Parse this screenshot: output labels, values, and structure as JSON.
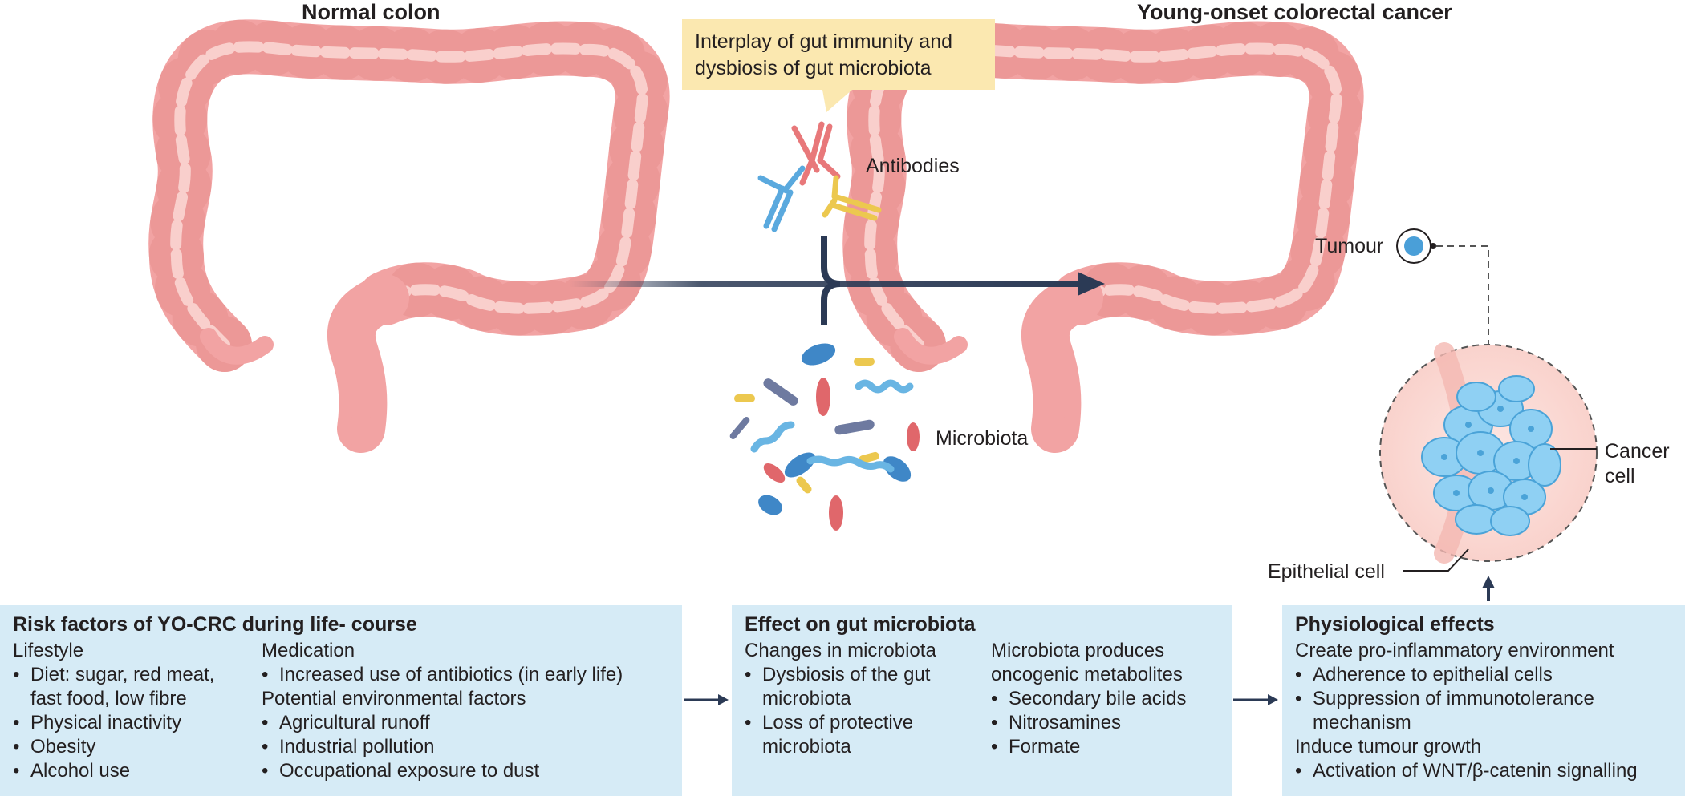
{
  "headings": {
    "normal": "Normal colon",
    "cancer": "Young-onset colorectal cancer"
  },
  "callout": {
    "line1": "Interplay of gut immunity and",
    "line2": "dysbiosis of gut microbiota"
  },
  "labels": {
    "antibodies": "Antibodies",
    "microbiota": "Microbiota",
    "tumour": "Tumour",
    "cancer_cell_1": "Cancer",
    "cancer_cell_2": "cell",
    "epithelial": "Epithelial cell"
  },
  "boxes": {
    "risk": {
      "title": "Risk factors of YO-CRC during life- course",
      "lifestyle": {
        "heading": "Lifestyle",
        "items": [
          "Diet: sugar, red meat, fast food, low fibre",
          "Physical inactivity",
          "Obesity",
          "Alcohol use"
        ]
      },
      "medication": {
        "heading": "Medication",
        "items": [
          "Increased use of antibiotics (in early life)"
        ]
      },
      "environment": {
        "heading": "Potential environmental factors",
        "items": [
          "Agricultural runoff",
          "Industrial pollution",
          "Occupational exposure to dust"
        ]
      }
    },
    "effect": {
      "title": "Effect on gut microbiota",
      "changes": {
        "heading": "Changes in microbiota",
        "items": [
          "Dysbiosis of the gut microbiota",
          "Loss of protective microbiota"
        ]
      },
      "produces": {
        "heading_1": "Microbiota produces",
        "heading_2": "oncogenic metabolites",
        "items": [
          "Secondary bile acids",
          "Nitrosamines",
          "Formate"
        ]
      }
    },
    "physio": {
      "title": "Physiological effects",
      "inflam": {
        "heading": "Create pro-inflammatory environment",
        "items": [
          "Adherence to epithelial cells",
          "Suppression of immunotolerance mechanism"
        ]
      },
      "growth": {
        "heading": "Induce tumour growth",
        "items": [
          "Activation of WNT/β-catenin signalling"
        ]
      }
    }
  },
  "colors": {
    "colon": "#f2a3a3",
    "colon_light": "#f7c6c4",
    "colon_dark": "#e58a8a",
    "arrow": "#2b3a55",
    "box": "#d6ebf6",
    "callout": "#fbe8b0",
    "cell_blue": "#7cc6ef",
    "antibody_red": "#e8787a",
    "antibody_blue": "#5aa9de",
    "antibody_yellow": "#ecc84f"
  },
  "icons": [
    "colon-illustration",
    "antibody-icon",
    "bacteria-icon",
    "tumour-icon",
    "cancer-cell-cluster"
  ]
}
